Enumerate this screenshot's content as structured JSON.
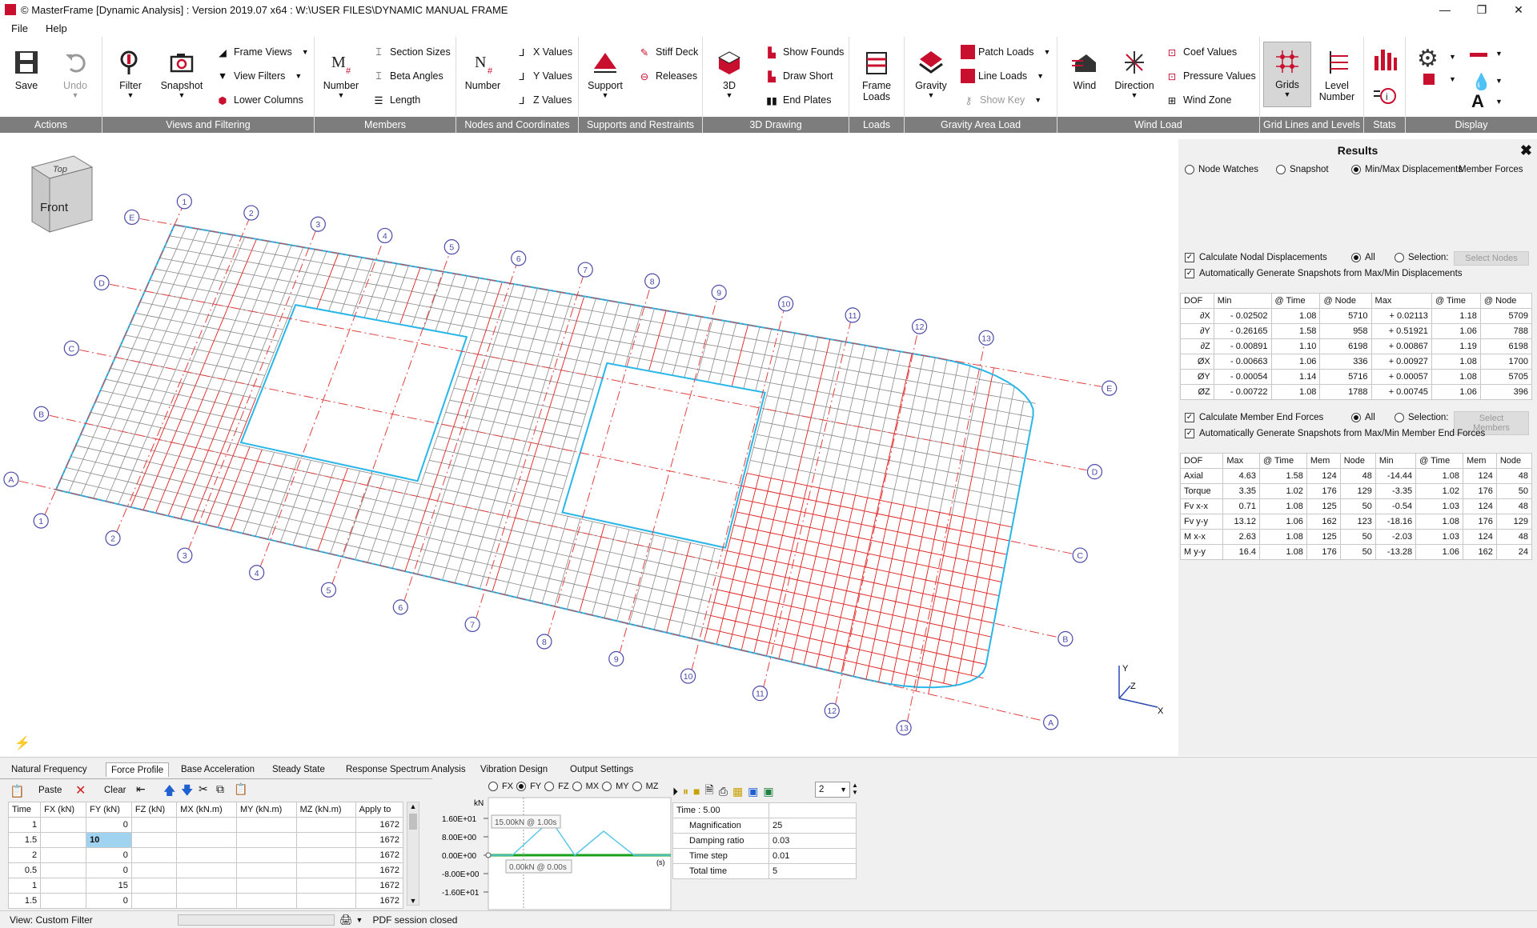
{
  "app": {
    "title": "© MasterFrame [Dynamic Analysis] : Version 2019.07 x64 : W:\\USER FILES\\DYNAMIC MANUAL FRAME",
    "menu": [
      "File",
      "Help"
    ]
  },
  "ribbon": {
    "actions": {
      "label": "Actions",
      "save": "Save",
      "undo": "Undo"
    },
    "views": {
      "label": "Views and Filtering",
      "filter": "Filter",
      "snapshot": "Snapshot",
      "frame_views": "Frame Views",
      "view_filters": "View Filters",
      "lower_columns": "Lower Columns"
    },
    "members": {
      "label": "Members",
      "number": "Number",
      "section_sizes": "Section Sizes",
      "beta_angles": "Beta Angles",
      "length": "Length"
    },
    "nodes": {
      "label": "Nodes and Coordinates",
      "number": "Number",
      "x_values": "X Values",
      "y_values": "Y Values",
      "z_values": "Z Values"
    },
    "supports": {
      "label": "Supports and Restraints",
      "support": "Support",
      "stiff_deck": "Stiff Deck",
      "releases": "Releases"
    },
    "drawing": {
      "label": "3D Drawing",
      "three_d": "3D",
      "show_founds": "Show Founds",
      "draw_short": "Draw Short",
      "end_plates": "End Plates"
    },
    "loads": {
      "label": "Loads",
      "frame_loads": "Frame Loads"
    },
    "gravity": {
      "label": "Gravity Area Load",
      "gravity": "Gravity",
      "patch_loads": "Patch Loads",
      "line_loads": "Line Loads",
      "show_key": "Show Key"
    },
    "wind": {
      "label": "Wind Load",
      "wind": "Wind",
      "direction": "Direction",
      "coef_values": "Coef Values",
      "pressure_values": "Pressure Values",
      "wind_zone": "Wind Zone"
    },
    "grids": {
      "label": "Grid Lines and Levels",
      "grids": "Grids",
      "level_number": "Level Number"
    },
    "stats": {
      "label": "Stats"
    },
    "display": {
      "label": "Display"
    }
  },
  "viewport": {
    "cube_top": "Top",
    "cube_front": "Front",
    "axis_x": "X",
    "axis_y": "Y",
    "axis_z": "Z",
    "grid_numbers": [
      "1",
      "2",
      "3",
      "4",
      "5",
      "6",
      "7",
      "8",
      "9",
      "10",
      "11",
      "12",
      "13"
    ],
    "grid_letters": [
      "A",
      "B",
      "C",
      "D",
      "E"
    ],
    "colors": {
      "mesh_grey": "#8a8a8a",
      "mesh_red": "#e02020",
      "edge_blue": "#29b6e8",
      "grid_line": "#e04040",
      "bubble": "#4a4aa8"
    }
  },
  "results": {
    "title": "Results",
    "modes": [
      {
        "label": "Node Watches",
        "selected": false
      },
      {
        "label": "Snapshot",
        "selected": false
      },
      {
        "label": "Min/Max Displacements",
        "selected": true
      }
    ],
    "member_forces_label": "Member Forces",
    "nodal": {
      "calc_label": "Calculate Nodal Displacements",
      "all_label": "All",
      "selection_label": "Selection:",
      "select_button": "Select Nodes",
      "auto_label": "Automatically Generate Snapshots from Max/Min Displacements",
      "headers": [
        "DOF",
        "Min",
        "@ Time",
        "@ Node",
        "Max",
        "@ Time",
        "@ Node"
      ],
      "rows": [
        [
          "∂X",
          "- 0.02502",
          "1.08",
          "5710",
          "+ 0.02113",
          "1.18",
          "5709"
        ],
        [
          "∂Y",
          "- 0.26165",
          "1.58",
          "958",
          "+ 0.51921",
          "1.06",
          "788"
        ],
        [
          "∂Z",
          "- 0.00891",
          "1.10",
          "6198",
          "+ 0.00867",
          "1.19",
          "6198"
        ],
        [
          "ØX",
          "- 0.00663",
          "1.06",
          "336",
          "+ 0.00927",
          "1.08",
          "1700"
        ],
        [
          "ØY",
          "- 0.00054",
          "1.14",
          "5716",
          "+ 0.00057",
          "1.08",
          "5705"
        ],
        [
          "ØZ",
          "- 0.00722",
          "1.08",
          "1788",
          "+ 0.00745",
          "1.06",
          "396"
        ]
      ]
    },
    "member": {
      "calc_label": "Calculate Member End Forces",
      "all_label": "All",
      "selection_label": "Selection:",
      "select_button": "Select Members",
      "auto_label": "Automatically Generate Snapshots from Max/Min Member End Forces",
      "headers": [
        "DOF",
        "Max",
        "@ Time",
        "Mem",
        "Node",
        "Min",
        "@ Time",
        "Mem",
        "Node"
      ],
      "rows": [
        [
          "Axial",
          "4.63",
          "1.58",
          "124",
          "48",
          "-14.44",
          "1.08",
          "124",
          "48"
        ],
        [
          "Torque",
          "3.35",
          "1.02",
          "176",
          "129",
          "-3.35",
          "1.02",
          "176",
          "50"
        ],
        [
          "Fv x-x",
          "0.71",
          "1.08",
          "125",
          "50",
          "-0.54",
          "1.03",
          "124",
          "48"
        ],
        [
          "Fv y-y",
          "13.12",
          "1.06",
          "162",
          "123",
          "-18.16",
          "1.08",
          "176",
          "129"
        ],
        [
          "M x-x",
          "2.63",
          "1.08",
          "125",
          "50",
          "-2.03",
          "1.03",
          "124",
          "48"
        ],
        [
          "M y-y",
          "16.4",
          "1.08",
          "176",
          "50",
          "-13.28",
          "1.06",
          "162",
          "24"
        ]
      ]
    }
  },
  "bottom": {
    "tabs": [
      "Natural Frequency",
      "Force Profile",
      "Base Acceleration",
      "Steady State",
      "Response Spectrum Analysis",
      "Vibration Design",
      "Output Settings"
    ],
    "active_tab": 1,
    "paste_label": "Paste",
    "clear_label": "Clear",
    "force_table": {
      "headers": [
        "Time",
        "FX (kN)",
        "FY (kN)",
        "FZ (kN)",
        "MX (kN.m)",
        "MY (kN.m)",
        "MZ (kN.m)",
        "Apply to"
      ],
      "rows": [
        [
          "1",
          "",
          "0",
          "",
          "",
          "",
          "",
          "1672"
        ],
        [
          "1.5",
          "",
          "10",
          "",
          "",
          "",
          "",
          "1672"
        ],
        [
          "2",
          "",
          "0",
          "",
          "",
          "",
          "",
          "1672"
        ],
        [
          "0.5",
          "",
          "0",
          "",
          "",
          "",
          "",
          "1672"
        ],
        [
          "1",
          "",
          "15",
          "",
          "",
          "",
          "",
          "1672"
        ],
        [
          "1.5",
          "",
          "0",
          "",
          "",
          "",
          "",
          "1672"
        ]
      ]
    },
    "dof_radios": [
      {
        "label": "FX",
        "selected": false
      },
      {
        "label": "FY",
        "selected": true
      },
      {
        "label": "FZ",
        "selected": false
      },
      {
        "label": "MX",
        "selected": false
      },
      {
        "label": "MY",
        "selected": false
      },
      {
        "label": "MZ",
        "selected": false
      }
    ],
    "graph": {
      "unit": "kN",
      "y_ticks": [
        "1.60E+01",
        "8.00E+00",
        "0.00E+00",
        "-8.00E+00",
        "-1.60E+01"
      ],
      "tip1": "15.00kN @ 1.00s",
      "tip2": "0.00kN @ 0.00s",
      "x_unit": "(s)"
    },
    "props": {
      "time_label": "Time : 5.00",
      "rows": [
        [
          "Magnification",
          "25"
        ],
        [
          "Damping ratio",
          "0.03"
        ],
        [
          "Time step",
          "0.01"
        ],
        [
          "Total time",
          "5"
        ]
      ]
    },
    "speed_value": "2"
  },
  "status": {
    "view": "View: Custom Filter",
    "pdf": "PDF session closed"
  }
}
